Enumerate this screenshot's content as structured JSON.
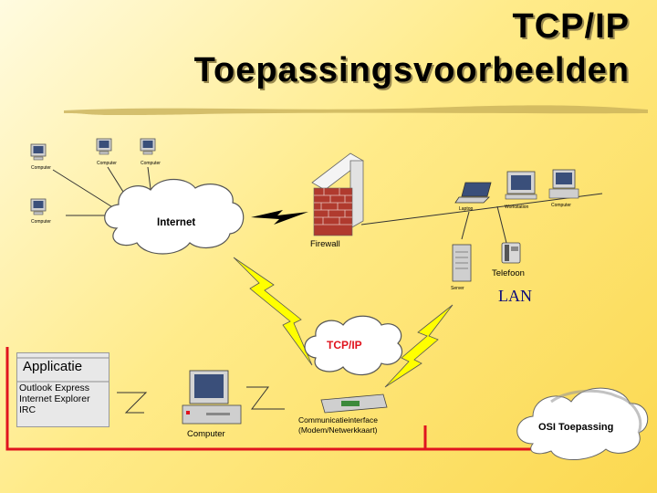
{
  "title_line1": "TCP/IP",
  "title_line2": "Toepassingsvoorbeelden",
  "internet_label": "Internet",
  "firewall_label": "Firewall",
  "tcpip_cloud_label": "TCP/IP",
  "osi_cloud_label": "OSI Toepassing",
  "lan_label": "LAN",
  "remote_computer_label": "Computer",
  "lan_devices": {
    "laptop": "Laptop",
    "workstation": "Workstation",
    "computer": "Computer",
    "server": "Server",
    "phone": "Telefoon"
  },
  "local_computer_label": "Computer",
  "interface_label_line1": "Communicatieinterface",
  "interface_label_line2": "(Modem/Netwerkkaart)",
  "application": {
    "title": "Applicatie",
    "items": [
      "Outlook Express",
      "Internet Explorer",
      "IRC"
    ]
  },
  "colors": {
    "accent_red": "#e0141e",
    "lightning": "#ffff00",
    "lan_text": "#0a0a7a"
  }
}
